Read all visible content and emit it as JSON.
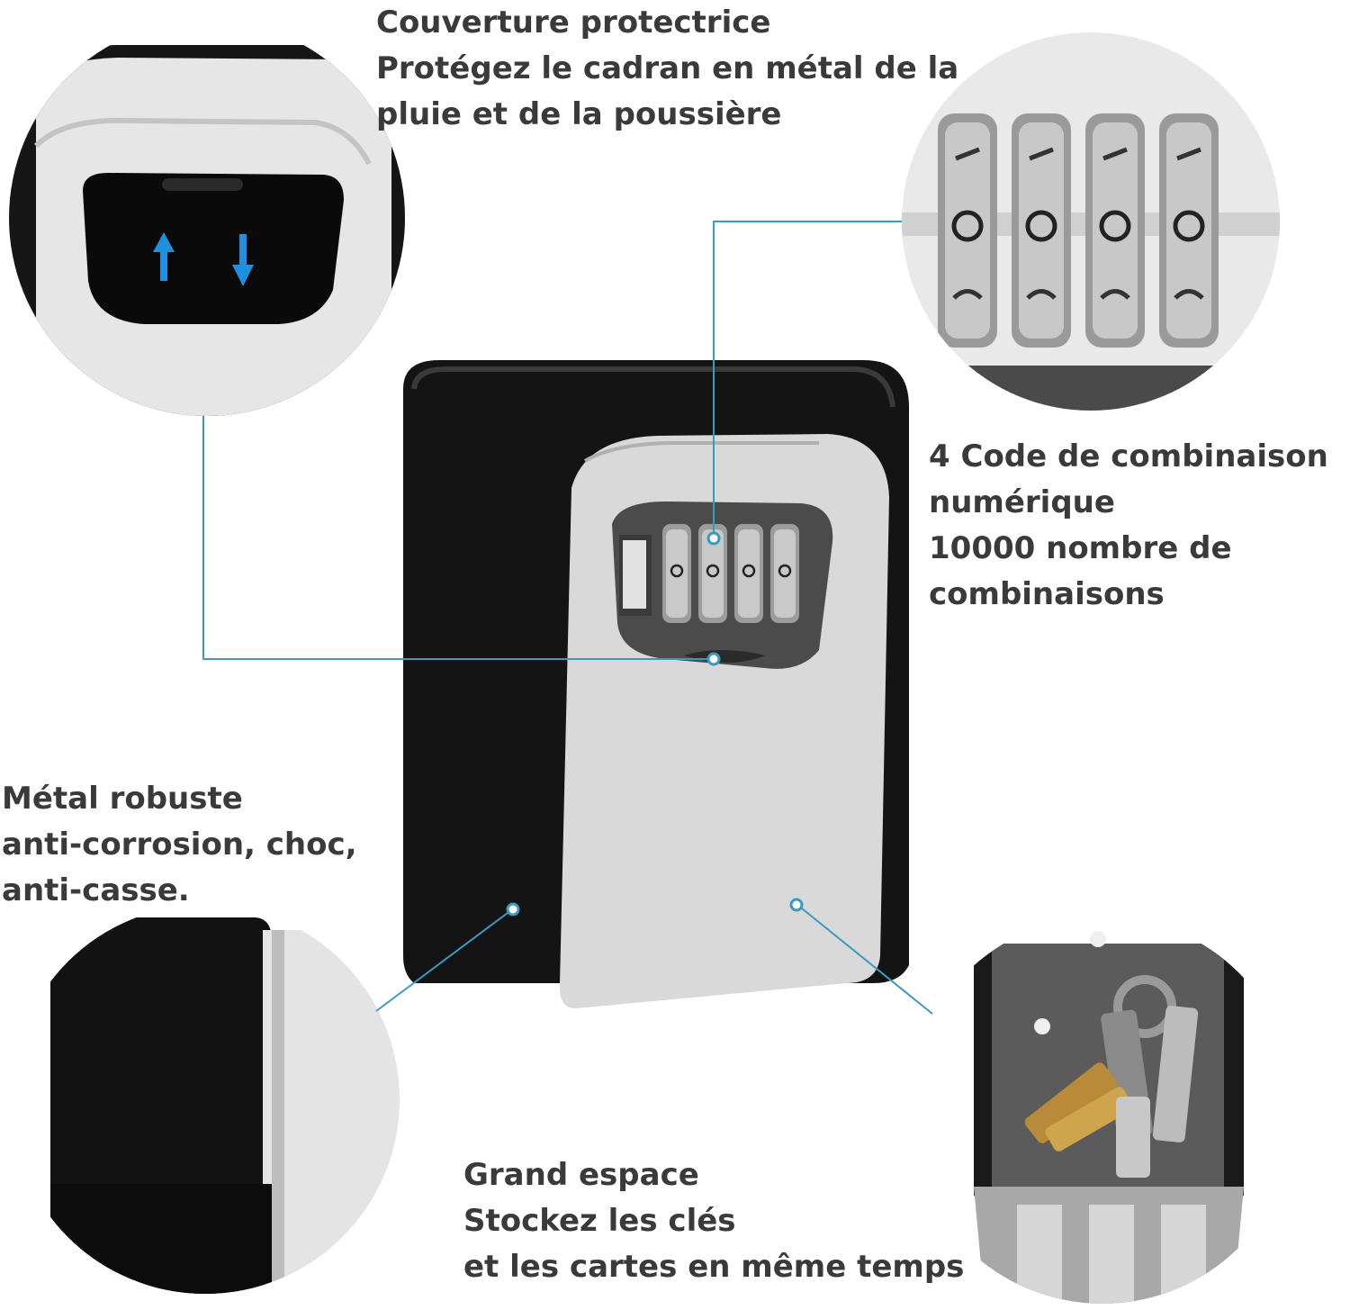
{
  "captions": {
    "cover": {
      "line1": "Couverture protectrice",
      "line2": "Protégez le cadran en métal de la",
      "line3": "pluie et de la poussière"
    },
    "code": {
      "line1": "4 Code de combinaison",
      "line2": "numérique",
      "line3": "10000 nombre de",
      "line4": "combinaisons"
    },
    "metal": {
      "line1": "Métal robuste",
      "line2": "anti-corrosion, choc,",
      "line3": "anti-casse."
    },
    "space": {
      "line1": "Grand espace",
      "line2": "Stockez les clés",
      "line3": "et les cartes en même temps"
    }
  },
  "colors": {
    "caption_text": "#3a3a3a",
    "leader_line": "#3a9bbf",
    "box_body": "#141414",
    "box_face": "#d8d8d8",
    "arrow_blue": "#1f8fe0"
  }
}
